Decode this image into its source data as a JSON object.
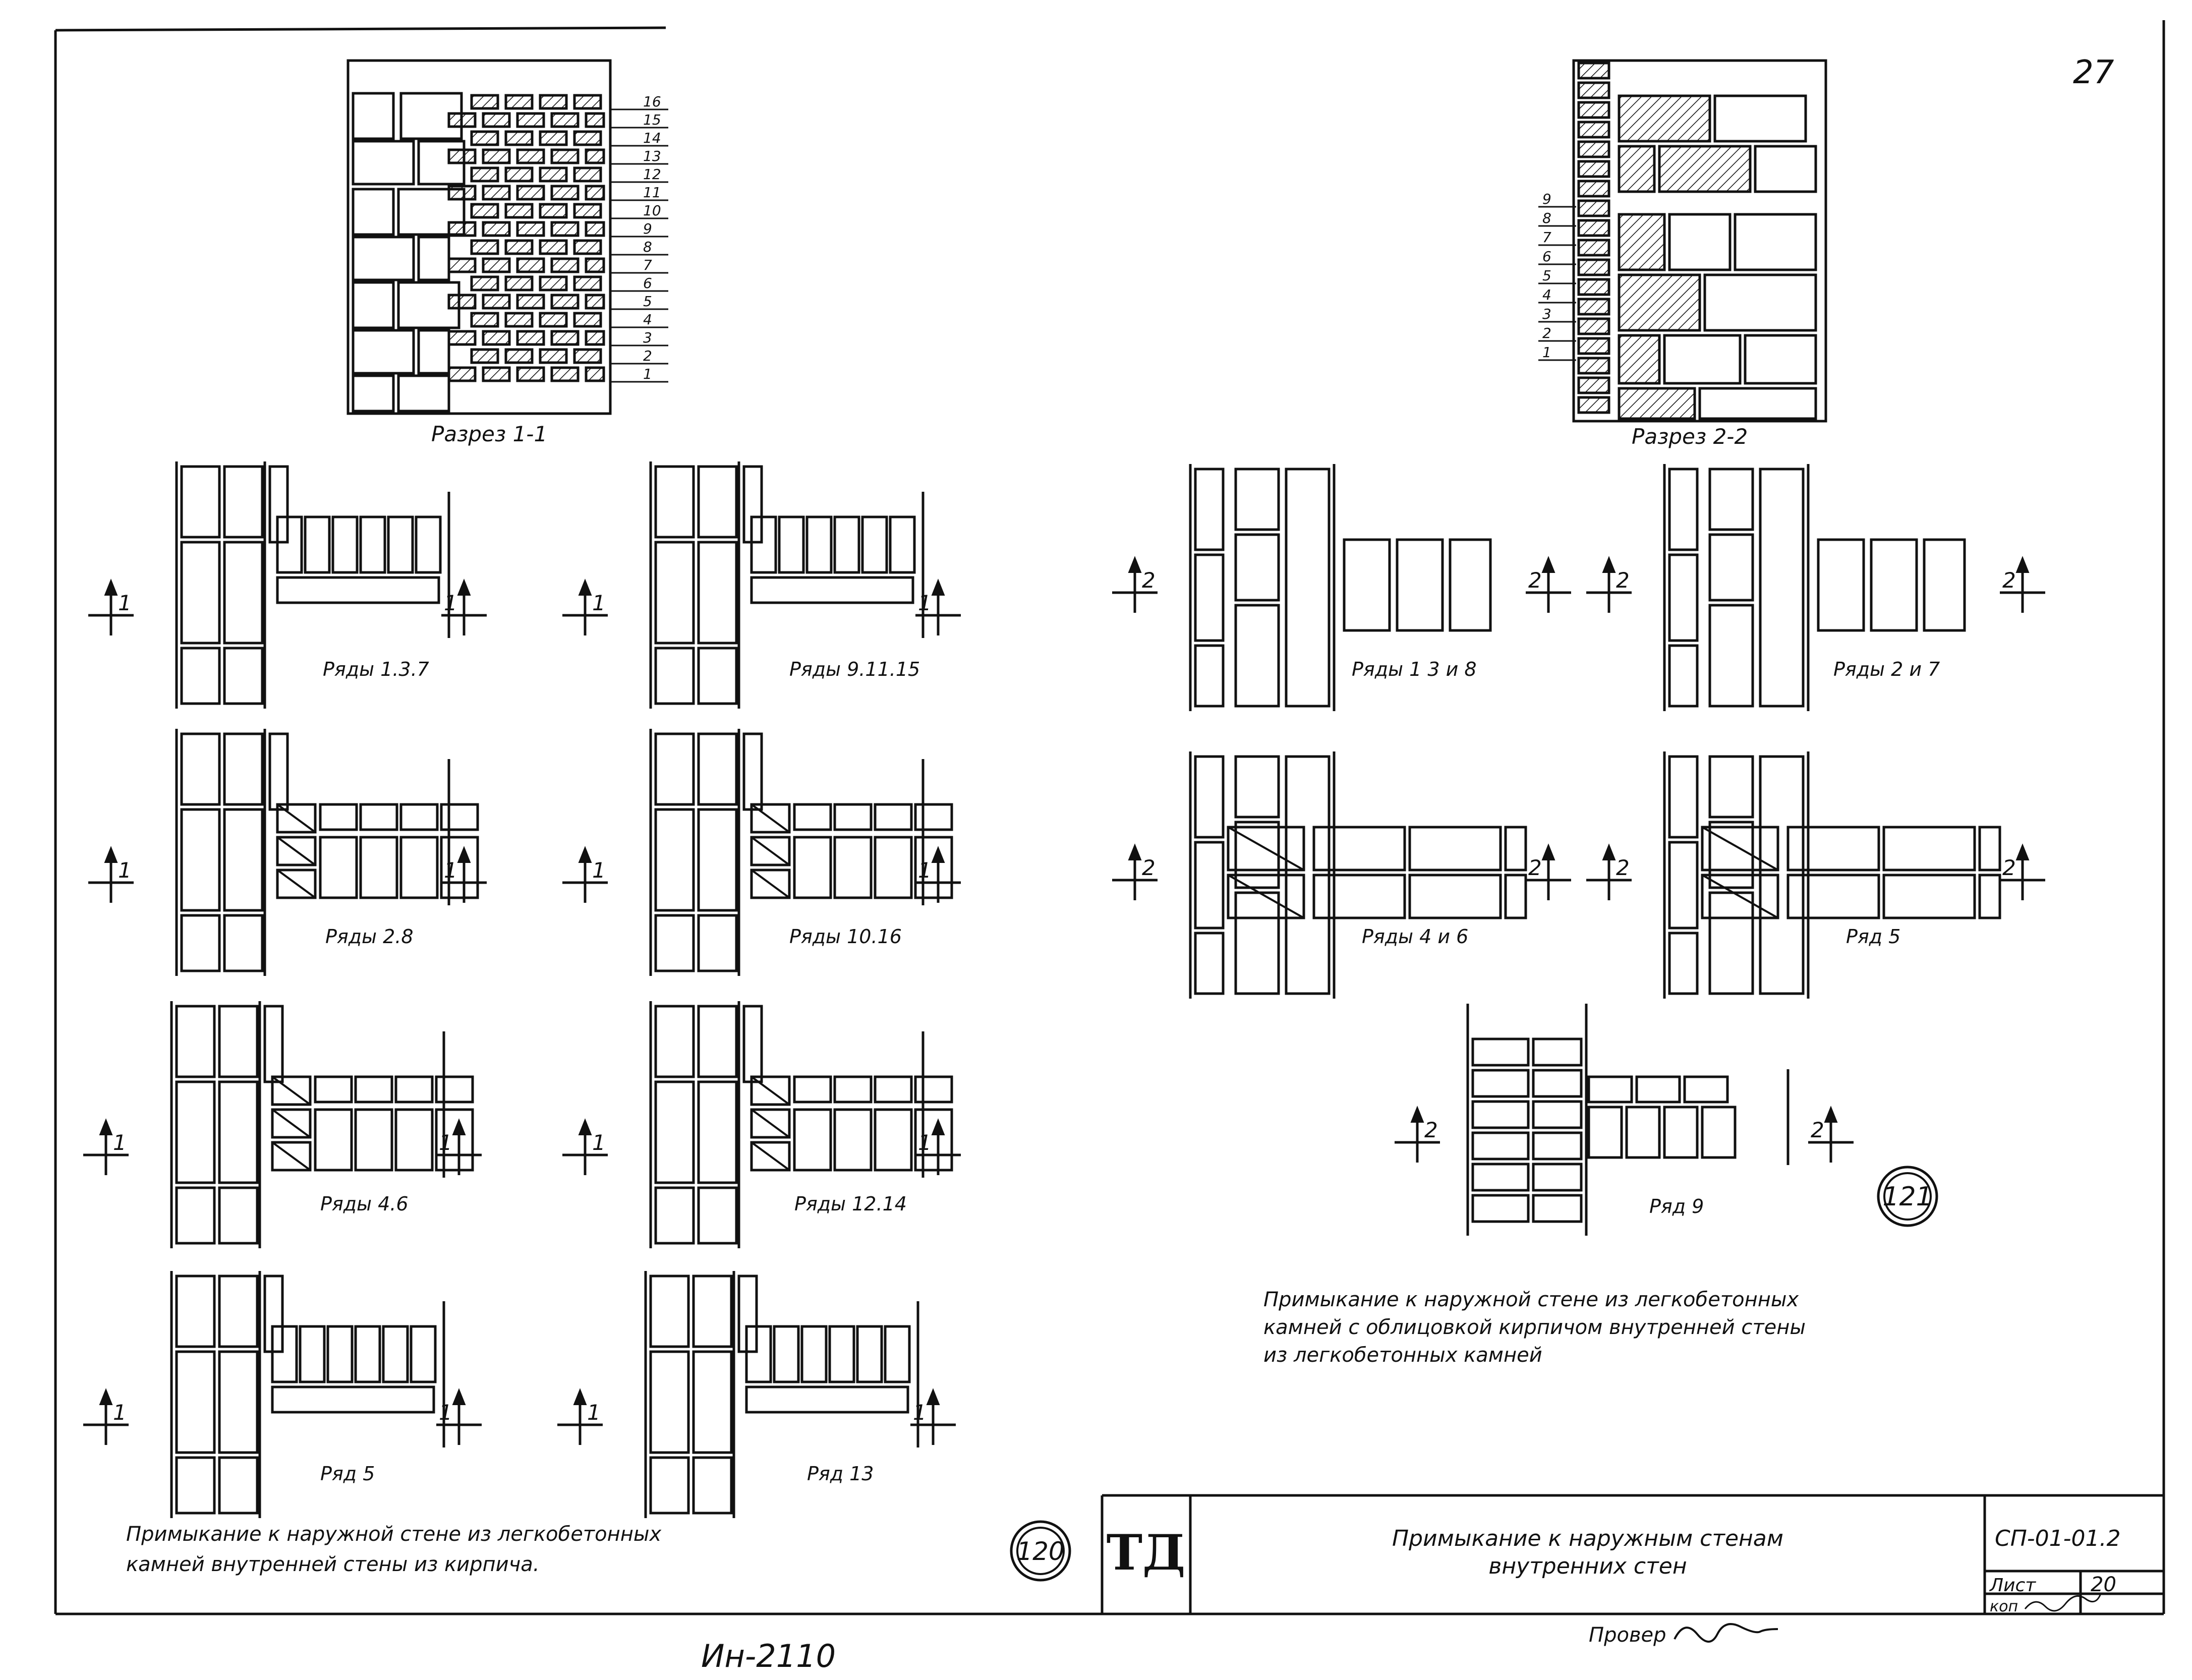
{
  "sheet": {
    "page_number": "27",
    "inventory_number": "Ин-2110",
    "signature_checked": "Провер",
    "signature_copied": "коп"
  },
  "section_1": {
    "title": "Разрез 1-1",
    "row_numbers": [
      "16",
      "15",
      "14",
      "13",
      "12",
      "11",
      "10",
      "9",
      "8",
      "7",
      "6",
      "5",
      "4",
      "3",
      "2",
      "1"
    ]
  },
  "section_2": {
    "title": "Разрез 2-2",
    "row_numbers": [
      "9",
      "8",
      "7",
      "6",
      "5",
      "4",
      "3",
      "2",
      "1"
    ]
  },
  "cut_marks": {
    "one": "1",
    "two": "2"
  },
  "detail_labels": {
    "d1": "Ряды 1.3.7",
    "d2": "Ряды 9.11.15",
    "d3": "Ряды 2.8",
    "d4": "Ряды 10.16",
    "d5": "Ряды 4.6",
    "d6": "Ряды 12.14",
    "d7": "Ряд 5",
    "d8": "Ряд 13",
    "d9": "Ряды 1 3 и 8",
    "d10": "Ряды 2 и 7",
    "d11": "Ряды 4 и 6",
    "d12": "Ряд 5",
    "d13": "Ряд 9"
  },
  "node_120": {
    "number": "120",
    "caption_line1": "Примыкание к наружной стене из легкобетонных",
    "caption_line2": "камней внутренней стены из кирпича."
  },
  "node_121": {
    "number": "121",
    "caption_line1": "Примыкание к наружной стене из легкобетонных",
    "caption_line2": "камней с облицовкой кирпичом внутренней стены",
    "caption_line3": "из легкобетонных камней"
  },
  "title_block": {
    "logo": "ТД",
    "title_line1": "Примыкание к наружным стенам",
    "title_line2": "внутренних стен",
    "code": "СП-01-01.2",
    "sheet_label": "Лист",
    "sheet_number": "20"
  }
}
